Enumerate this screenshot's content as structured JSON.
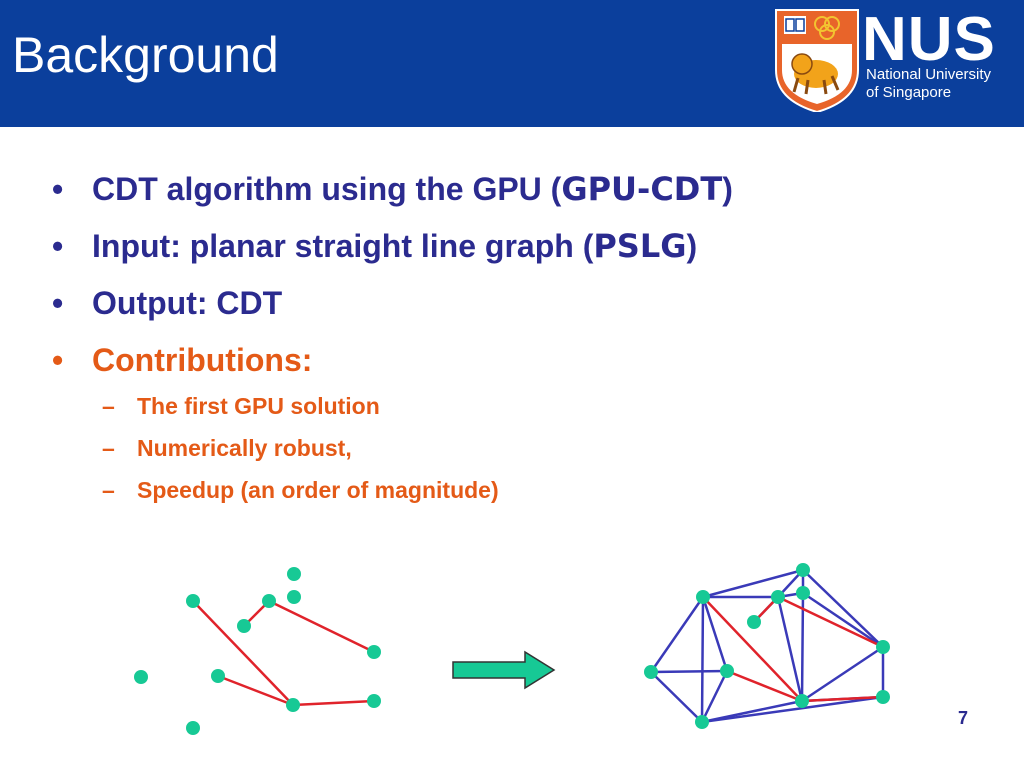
{
  "slide": {
    "title": "Background",
    "page_number": "7"
  },
  "logo": {
    "wordmark": "NUS",
    "line1": "National University",
    "line2": "of Singapore"
  },
  "bullets": [
    {
      "prefix": "CDT  algorithm using the GPU (",
      "emphasis": "GPU-CDT",
      "suffix": ")"
    },
    {
      "prefix": "Input:  planar straight line graph (",
      "emphasis": "PSLG",
      "suffix": ")"
    },
    {
      "prefix": "Output: CDT",
      "emphasis": "",
      "suffix": ""
    },
    {
      "prefix": "Contributions:",
      "emphasis": "",
      "suffix": ""
    }
  ],
  "sub_bullets": [
    "The first GPU solution",
    "Numerically robust,",
    "Speedup (an order of magnitude)"
  ],
  "glyphs": {
    "bullet": "•",
    "dash": "–"
  },
  "colors": {
    "header_bg": "#0b3f9c",
    "bullet_text": "#2b2b8f",
    "contribution_text": "#e45a17",
    "node": "#17c995",
    "constraint_edge": "#e0232b",
    "triangulation_edge": "#3a3ab8",
    "arrow_fill": "#17c995"
  }
}
